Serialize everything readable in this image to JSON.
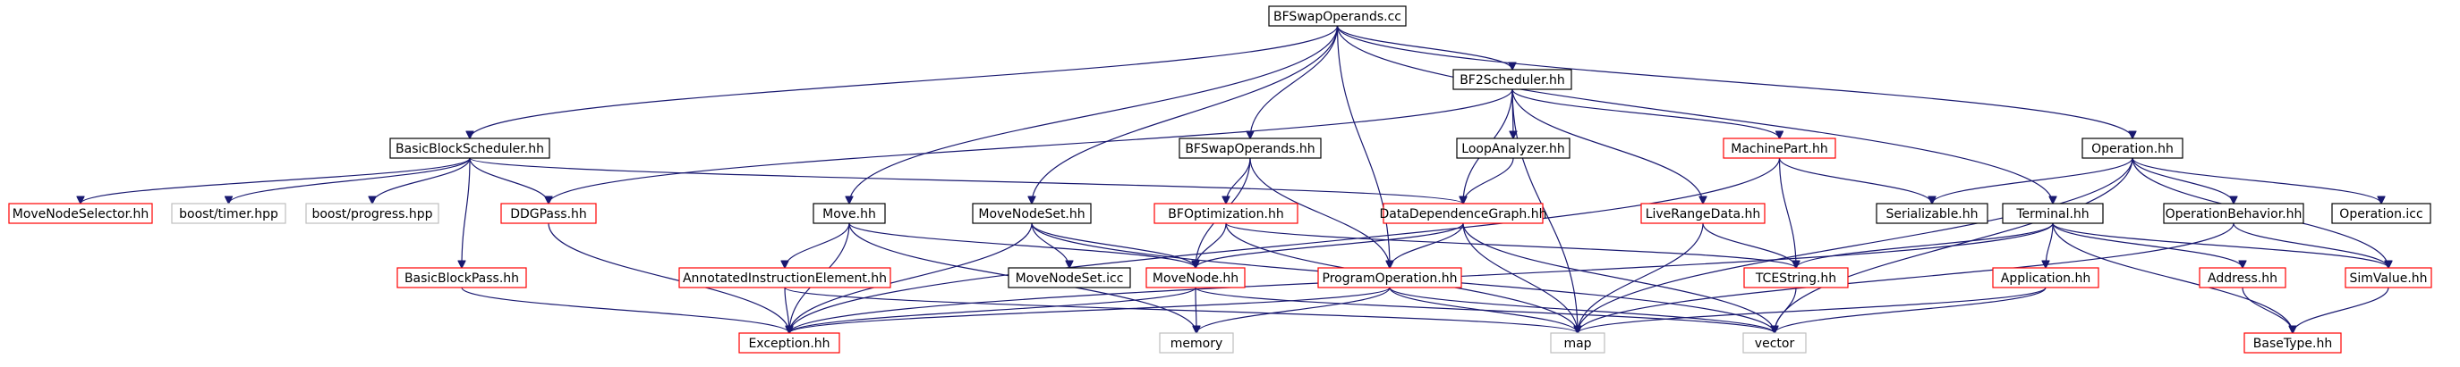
{
  "diagram": {
    "title": "",
    "colors": {
      "root_fill": "#bfbfbf",
      "root_stroke": "#000000",
      "normal_stroke": "#000000",
      "missing_docs_stroke": "#ff0000",
      "external_stroke": "#bfbfbf",
      "edge": "#191970",
      "background": "#ffffff"
    },
    "nodes": [
      {
        "id": "root",
        "label": "BFSwapOperands.cc",
        "kind": "root"
      },
      {
        "id": "bbsched",
        "label": "BasicBlockScheduler.hh",
        "kind": "normal"
      },
      {
        "id": "bf2sched",
        "label": "BF2Scheduler.hh",
        "kind": "normal"
      },
      {
        "id": "operation",
        "label": "Operation.hh",
        "kind": "normal"
      },
      {
        "id": "movenodeselector",
        "label": "MoveNodeSelector.hh",
        "kind": "red"
      },
      {
        "id": "boosttimer",
        "label": "boost/timer.hpp",
        "kind": "external"
      },
      {
        "id": "boostprogress",
        "label": "boost/progress.hpp",
        "kind": "external"
      },
      {
        "id": "ddgpass",
        "label": "DDGPass.hh",
        "kind": "red"
      },
      {
        "id": "basicblockpass",
        "label": "BasicBlockPass.hh",
        "kind": "red"
      },
      {
        "id": "loopanalyzer",
        "label": "LoopAnalyzer.hh",
        "kind": "normal"
      },
      {
        "id": "machinepart",
        "label": "MachinePart.hh",
        "kind": "red"
      },
      {
        "id": "bfswapoperands",
        "label": "BFSwapOperands.hh",
        "kind": "normal"
      },
      {
        "id": "move",
        "label": "Move.hh",
        "kind": "normal"
      },
      {
        "id": "movenodeset",
        "label": "MoveNodeSet.hh",
        "kind": "normal"
      },
      {
        "id": "bfoptimization",
        "label": "BFOptimization.hh",
        "kind": "red"
      },
      {
        "id": "ddg",
        "label": "DataDependenceGraph.hh",
        "kind": "red"
      },
      {
        "id": "liverangedata",
        "label": "LiveRangeData.hh",
        "kind": "red"
      },
      {
        "id": "serializable",
        "label": "Serializable.hh",
        "kind": "normal"
      },
      {
        "id": "terminal",
        "label": "Terminal.hh",
        "kind": "normal"
      },
      {
        "id": "operationbehavior",
        "label": "OperationBehavior.hh",
        "kind": "normal"
      },
      {
        "id": "operationicc",
        "label": "Operation.icc",
        "kind": "normal"
      },
      {
        "id": "annotated",
        "label": "AnnotatedInstructionElement.hh",
        "kind": "red"
      },
      {
        "id": "movenodeseticc",
        "label": "MoveNodeSet.icc",
        "kind": "normal"
      },
      {
        "id": "movenode",
        "label": "MoveNode.hh",
        "kind": "red"
      },
      {
        "id": "programoperation",
        "label": "ProgramOperation.hh",
        "kind": "red"
      },
      {
        "id": "tcestring",
        "label": "TCEString.hh",
        "kind": "red"
      },
      {
        "id": "application",
        "label": "Application.hh",
        "kind": "red"
      },
      {
        "id": "address",
        "label": "Address.hh",
        "kind": "red"
      },
      {
        "id": "simvalue",
        "label": "SimValue.hh",
        "kind": "red"
      },
      {
        "id": "exception",
        "label": "Exception.hh",
        "kind": "red"
      },
      {
        "id": "memory",
        "label": "memory",
        "kind": "external"
      },
      {
        "id": "map",
        "label": "map",
        "kind": "external"
      },
      {
        "id": "vector",
        "label": "vector",
        "kind": "external"
      },
      {
        "id": "basetype",
        "label": "BaseType.hh",
        "kind": "red"
      }
    ],
    "edges": [
      [
        "root",
        "bbsched"
      ],
      [
        "root",
        "bf2sched"
      ],
      [
        "root",
        "operation"
      ],
      [
        "root",
        "bfswapoperands"
      ],
      [
        "root",
        "move"
      ],
      [
        "root",
        "movenodeset"
      ],
      [
        "root",
        "programoperation"
      ],
      [
        "root",
        "terminal"
      ],
      [
        "bbsched",
        "movenodeselector"
      ],
      [
        "bbsched",
        "boosttimer"
      ],
      [
        "bbsched",
        "boostprogress"
      ],
      [
        "bbsched",
        "ddgpass"
      ],
      [
        "bbsched",
        "basicblockpass"
      ],
      [
        "bbsched",
        "ddg"
      ],
      [
        "bf2sched",
        "ddgpass"
      ],
      [
        "bf2sched",
        "loopanalyzer"
      ],
      [
        "bf2sched",
        "machinepart"
      ],
      [
        "bf2sched",
        "liverangedata"
      ],
      [
        "bf2sched",
        "ddg"
      ],
      [
        "bf2sched",
        "map"
      ],
      [
        "operation",
        "serializable"
      ],
      [
        "operation",
        "operationbehavior"
      ],
      [
        "operation",
        "operationicc"
      ],
      [
        "operation",
        "simvalue"
      ],
      [
        "operation",
        "map"
      ],
      [
        "operation",
        "vector"
      ],
      [
        "loopanalyzer",
        "ddg"
      ],
      [
        "machinepart",
        "serializable"
      ],
      [
        "machinepart",
        "tcestring"
      ],
      [
        "machinepart",
        "exception"
      ],
      [
        "bfswapoperands",
        "bfoptimization"
      ],
      [
        "bfswapoperands",
        "movenode"
      ],
      [
        "bfswapoperands",
        "programoperation"
      ],
      [
        "move",
        "annotated"
      ],
      [
        "move",
        "movenode"
      ],
      [
        "move",
        "exception"
      ],
      [
        "move",
        "memory"
      ],
      [
        "movenodeset",
        "movenodeseticc"
      ],
      [
        "movenodeset",
        "movenode"
      ],
      [
        "movenodeset",
        "exception"
      ],
      [
        "movenodeset",
        "vector"
      ],
      [
        "bfoptimization",
        "movenode"
      ],
      [
        "bfoptimization",
        "tcestring"
      ],
      [
        "bfoptimization",
        "map"
      ],
      [
        "ddg",
        "movenode"
      ],
      [
        "ddg",
        "programoperation"
      ],
      [
        "ddg",
        "map"
      ],
      [
        "ddg",
        "vector"
      ],
      [
        "liverangedata",
        "tcestring"
      ],
      [
        "liverangedata",
        "map"
      ],
      [
        "terminal",
        "tcestring"
      ],
      [
        "terminal",
        "application"
      ],
      [
        "terminal",
        "address"
      ],
      [
        "terminal",
        "simvalue"
      ],
      [
        "terminal",
        "basetype"
      ],
      [
        "terminal",
        "exception"
      ],
      [
        "operationbehavior",
        "simvalue"
      ],
      [
        "operationbehavior",
        "map"
      ],
      [
        "ddgpass",
        "exception"
      ],
      [
        "basicblockpass",
        "exception"
      ],
      [
        "annotated",
        "exception"
      ],
      [
        "annotated",
        "map"
      ],
      [
        "movenode",
        "memory"
      ],
      [
        "movenode",
        "exception"
      ],
      [
        "movenode",
        "vector"
      ],
      [
        "programoperation",
        "memory"
      ],
      [
        "programoperation",
        "map"
      ],
      [
        "programoperation",
        "vector"
      ],
      [
        "programoperation",
        "exception"
      ],
      [
        "tcestring",
        "vector"
      ],
      [
        "application",
        "map"
      ],
      [
        "application",
        "vector"
      ],
      [
        "address",
        "basetype"
      ],
      [
        "simvalue",
        "basetype"
      ]
    ]
  }
}
